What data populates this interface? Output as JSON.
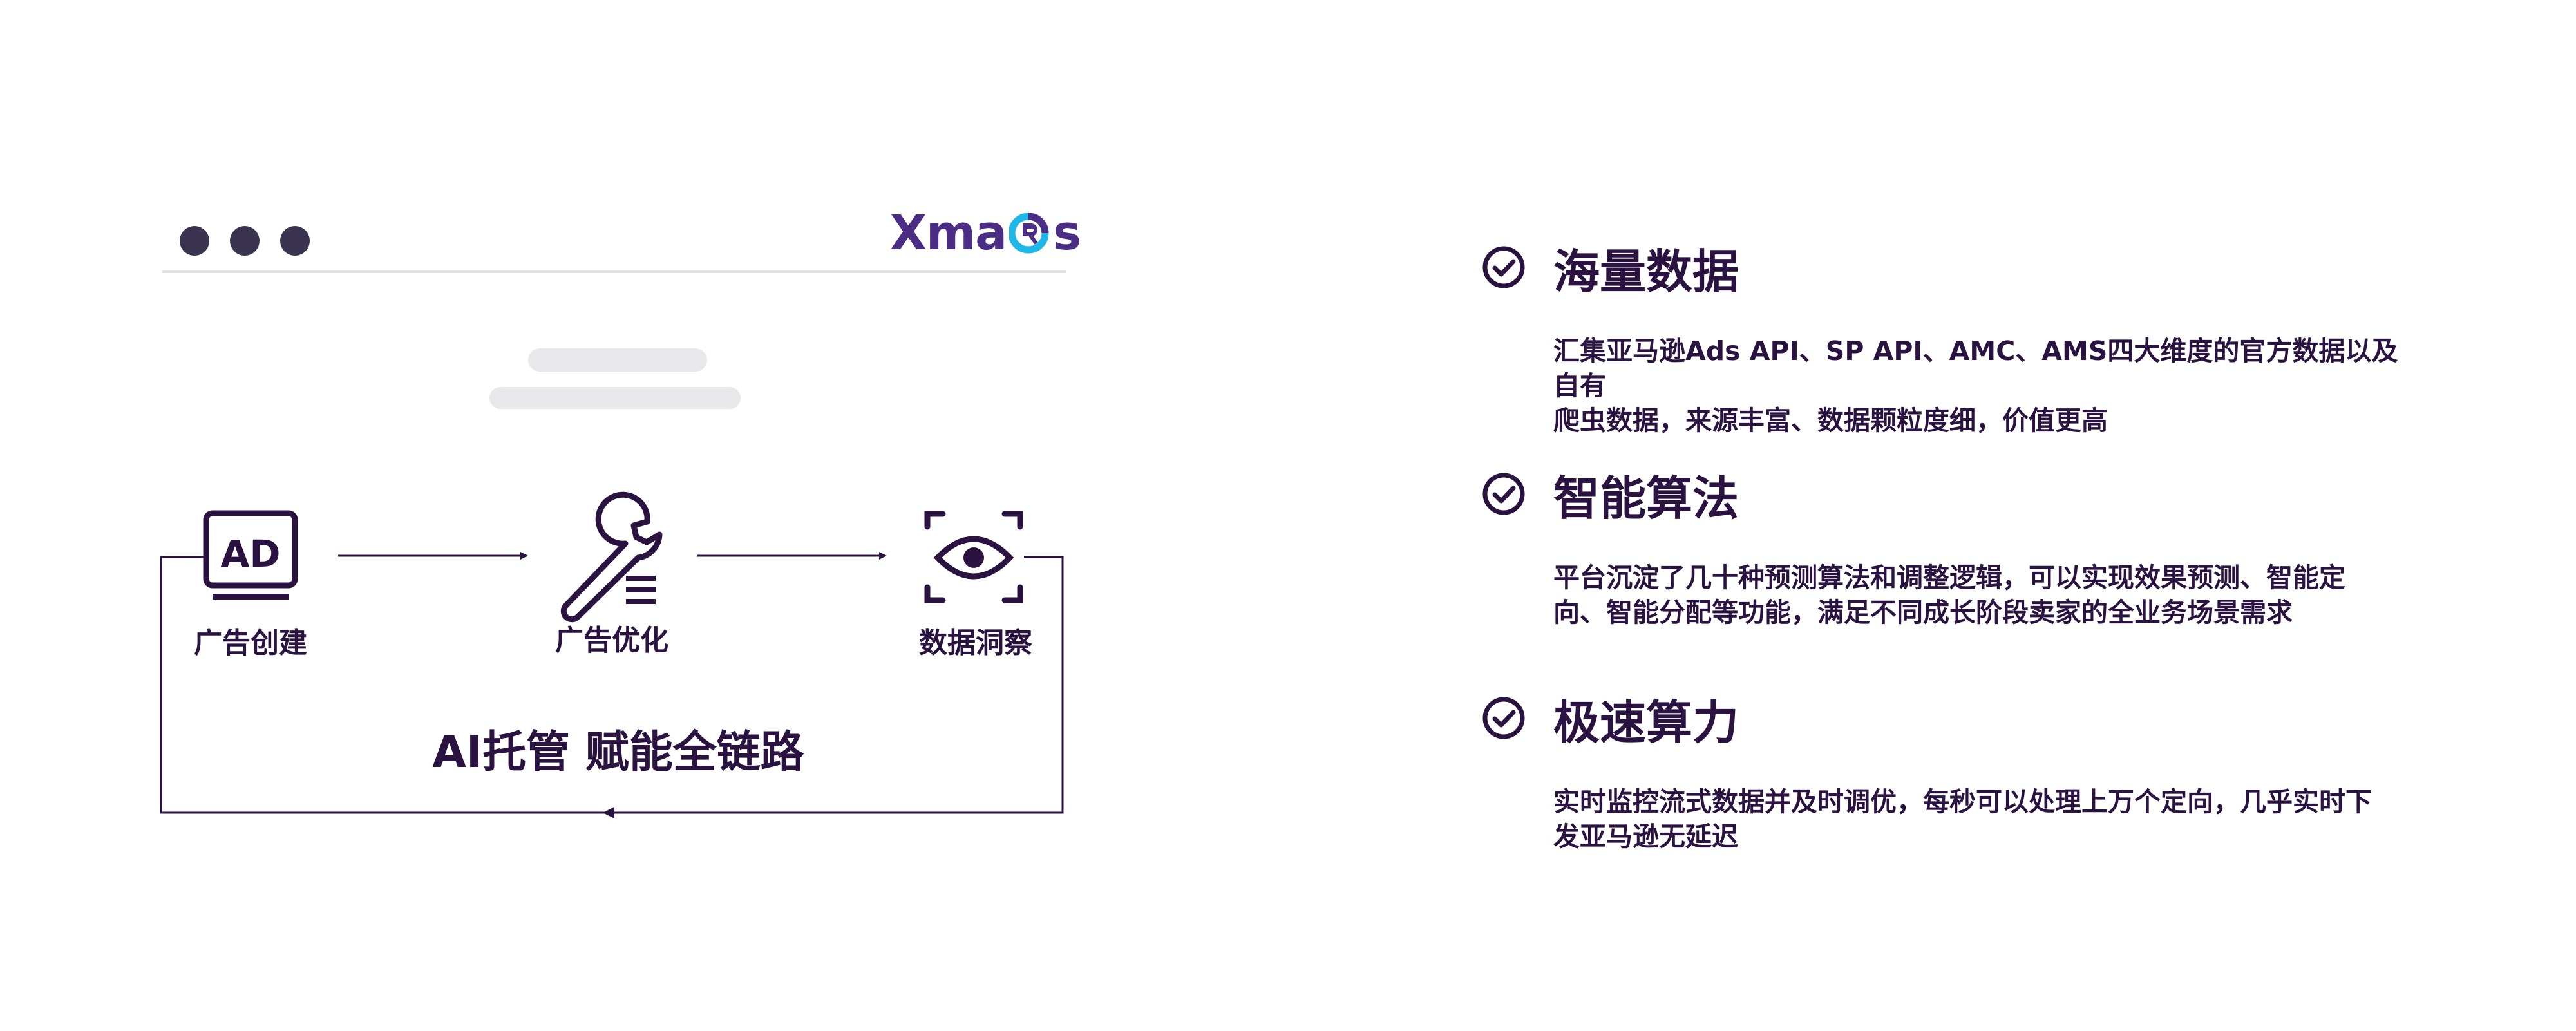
{
  "window": {
    "brand": {
      "left": "Xma",
      "right": "s"
    }
  },
  "flow": {
    "steps": [
      {
        "label": "广告创建",
        "icon": "ad-monitor-icon"
      },
      {
        "label": "广告优化",
        "icon": "wrench-settings-icon"
      },
      {
        "label": "数据洞察",
        "icon": "eye-scan-icon"
      }
    ],
    "loop_title": "AI托管 赋能全链路"
  },
  "features": [
    {
      "title": "海量数据",
      "icon": "check-circle-icon",
      "desc_lines": [
        "汇集亚马逊Ads API、SP API、AMC、AMS四大维度的官方数据以及自有",
        "爬虫数据，来源丰富、数据颗粒度细，价值更高"
      ]
    },
    {
      "title": "智能算法",
      "icon": "check-circle-icon",
      "desc_lines": [
        "平台沉淀了几十种预测算法和调整逻辑，可以实现效果预测、智能定",
        "向、智能分配等功能，满足不同成长阶段卖家的全业务场景需求"
      ]
    },
    {
      "title": "极速算力",
      "icon": "check-circle-icon",
      "desc_lines": [
        "实时监控流式数据并及时调优，每秒可以处理上万个定向，几乎实时下",
        "发亚马逊无延迟"
      ]
    }
  ],
  "colors": {
    "ink": "#2a1340",
    "dots": "#3b3450",
    "brand_purple": "#4b2d86",
    "brand_cyan": "#1fb6e8",
    "placeholder": "#e8e8ea",
    "rule": "#e2e2e6"
  }
}
